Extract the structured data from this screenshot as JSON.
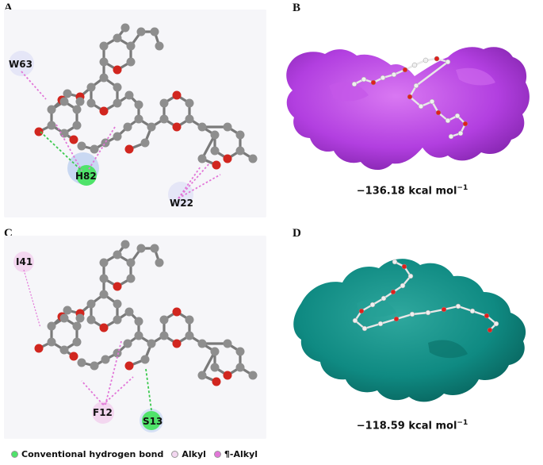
{
  "panels": {
    "a": {
      "letter": "A",
      "residues": {
        "w63": "W63",
        "h82": "H82",
        "w22": "W22"
      }
    },
    "b": {
      "letter": "B",
      "energy_value": "−136.18 kcal mol",
      "energy_exp": "−1"
    },
    "c": {
      "letter": "C",
      "residues": {
        "i41": "I41",
        "f12": "F12",
        "s13": "S13"
      }
    },
    "d": {
      "letter": "D",
      "energy_value": "−118.59 kcal mol",
      "energy_exp": "−1"
    }
  },
  "legend": {
    "items": [
      {
        "label": "Conventional hydrogen bond",
        "color": "#4fe36a"
      },
      {
        "label": "Alkyl",
        "color": "#f3d7f0"
      },
      {
        "label": "¶-Alkyl",
        "color": "#e276d8"
      }
    ]
  },
  "colors": {
    "conventional_hbond": "#4fe36a",
    "alkyl": "#f3d7f0",
    "pi_alkyl": "#e276d8",
    "surface_b": "#b23fe0",
    "surface_d": "#0f8a82",
    "carbon_atom": "#8e8e8e",
    "oxygen_atom": "#d1261f"
  }
}
